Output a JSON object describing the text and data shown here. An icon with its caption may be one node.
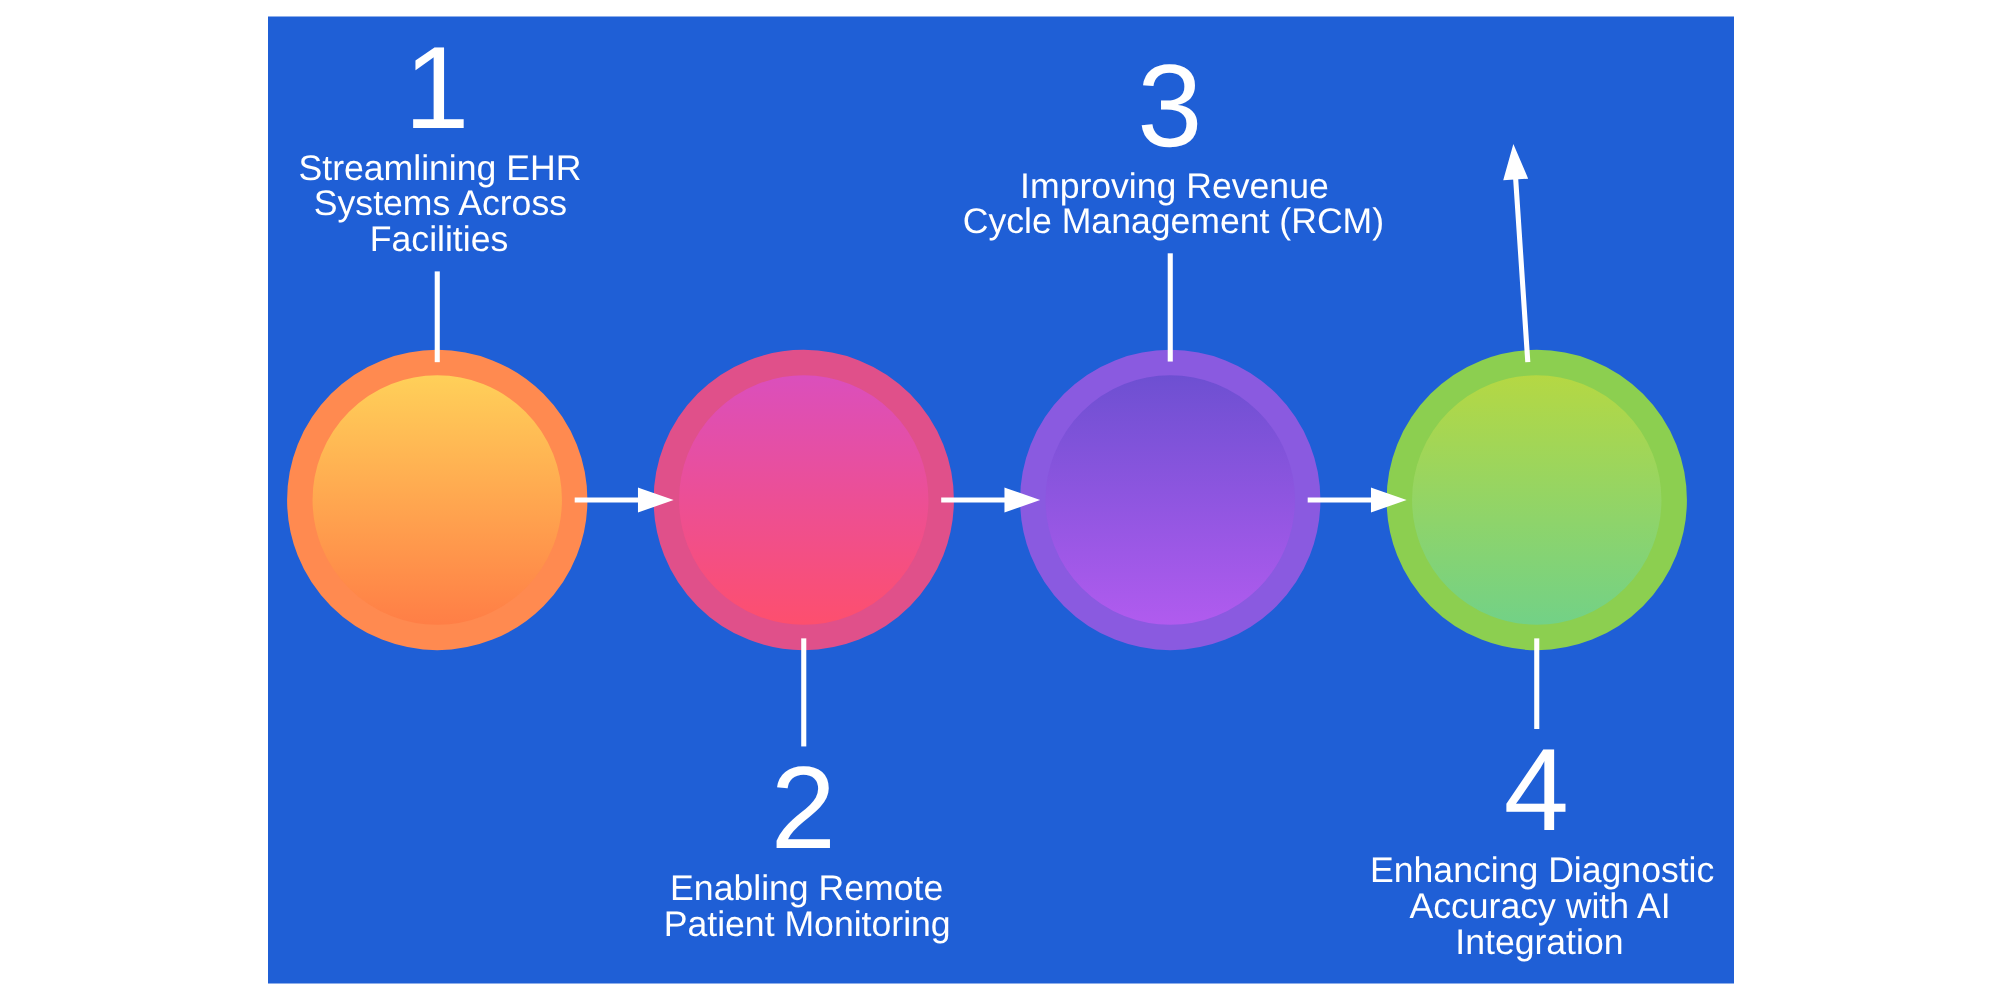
{
  "diagram": {
    "nodes": [
      {
        "text": [
          "1",
          "Streamlining EHR Systems Across Facilities"
        ]
      },
      {
        "text": [],
        "shape": "circle"
      },
      {
        "text": [
          "2",
          "Enabling Remote Patient Monitoring"
        ]
      },
      {
        "text": [],
        "shape": "circle"
      },
      {
        "text": [
          "3",
          "Improving Revenue Cycle Management (RCM)"
        ]
      },
      {
        "text": [],
        "shape": "circle"
      },
      {
        "text": [
          "4",
          "Enhancing Diagnostic Accuracy with AI Integration"
        ]
      },
      {
        "text": [],
        "shape": "circle"
      }
    ],
    "edges": [
      {
        "from": 0,
        "to": 1,
        "arrow": "none"
      },
      {
        "from": 1,
        "to": 3,
        "arrow": "to"
      },
      {
        "from": 3,
        "to": 2,
        "arrow": "none"
      },
      {
        "from": 3,
        "to": 5,
        "arrow": "to"
      },
      {
        "from": 4,
        "to": 5,
        "arrow": "none"
      },
      {
        "from": 5,
        "to": 7,
        "arrow": "to"
      },
      {
        "from": 7,
        "to": 6,
        "arrow": "none"
      },
      {
        "from": 7,
        "to": null,
        "arrow": "to"
      }
    ]
  }
}
